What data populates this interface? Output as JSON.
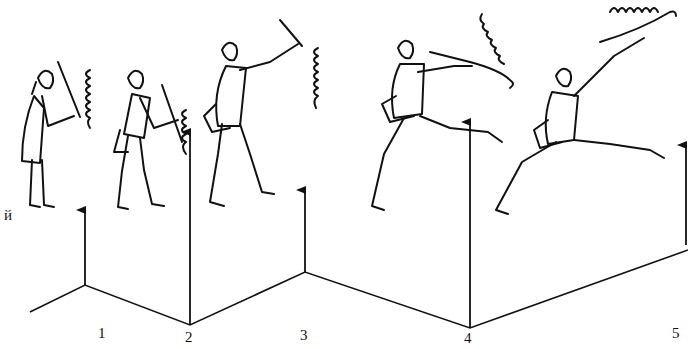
{
  "diagram": {
    "labels": [
      "й",
      "1",
      "2",
      "3",
      "4",
      "5"
    ]
  }
}
